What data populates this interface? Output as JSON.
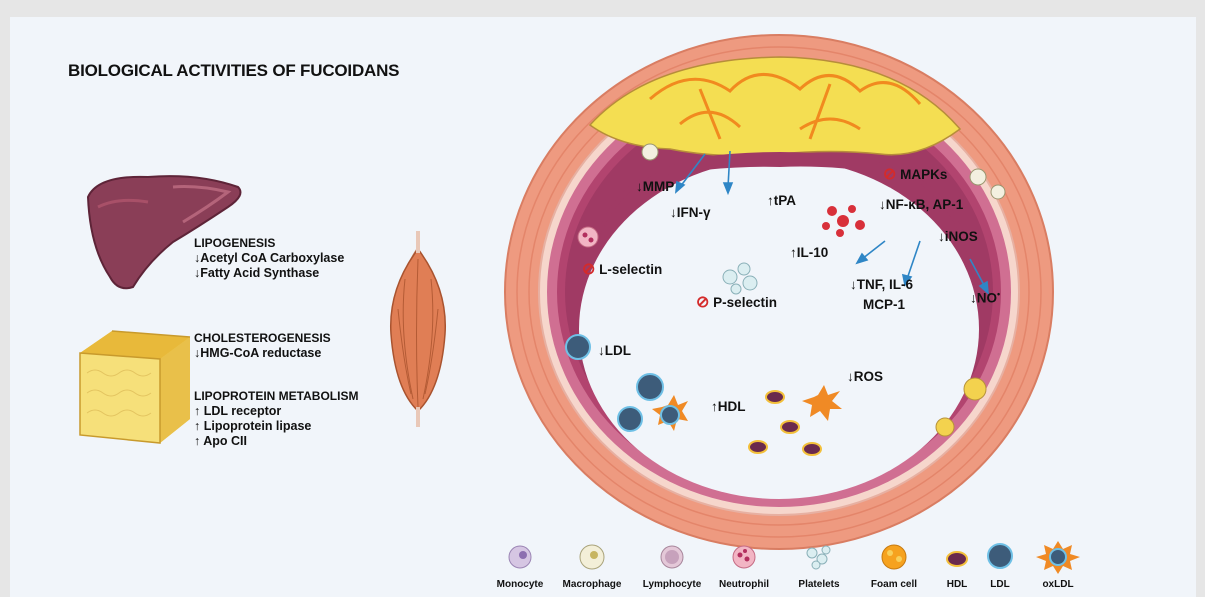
{
  "title": "BIOLOGICAL ACTIVITIES OF FUCOIDANS",
  "left_panel": {
    "lipogenesis": {
      "heading": "LIPOGENESIS",
      "items": [
        "↓Acetyl CoA Carboxylase",
        "↓Fatty Acid Synthase"
      ]
    },
    "cholesterogenesis": {
      "heading": "CHOLESTEROGENESIS",
      "items": [
        "↓HMG-CoA reductase"
      ]
    },
    "lipoprotein": {
      "heading": "LIPOPROTEIN METABOLISM",
      "items": [
        "↑ LDL receptor",
        "↑ Lipoprotein lipase",
        "↑ Apo CII"
      ]
    }
  },
  "vessel_labels": {
    "mmp": "↓MMP",
    "ifn": "↓IFN-γ",
    "tpa": "↑tPA",
    "mapks": "MAPKs",
    "nfkb": "↓NF-κB, AP-1",
    "inos": "↓iNOS",
    "l_selectin": "L-selectin",
    "il10": "↑IL-10",
    "p_selectin": "P-selectin",
    "tnf1": "↓TNF, IL-6",
    "tnf2": "MCP-1",
    "no": "↓NO",
    "ldl": "↓LDL",
    "ros": "↓ROS",
    "hdl": "↑HDL"
  },
  "legend": [
    "Monocyte",
    "Macrophage",
    "Lymphocyte",
    "Neutrophil",
    "Platelets",
    "Foam cell",
    "HDL",
    "LDL",
    "oxLDL"
  ],
  "colors": {
    "background": "#f1f5fa",
    "outer_wall": "#ef9f86",
    "media": "#d17294",
    "intima": "#c74e7e",
    "lumen": "#f1f5fa",
    "plaque": "#f4de52",
    "arrow": "#2f86c6",
    "inhibit": "#d42b2b"
  }
}
